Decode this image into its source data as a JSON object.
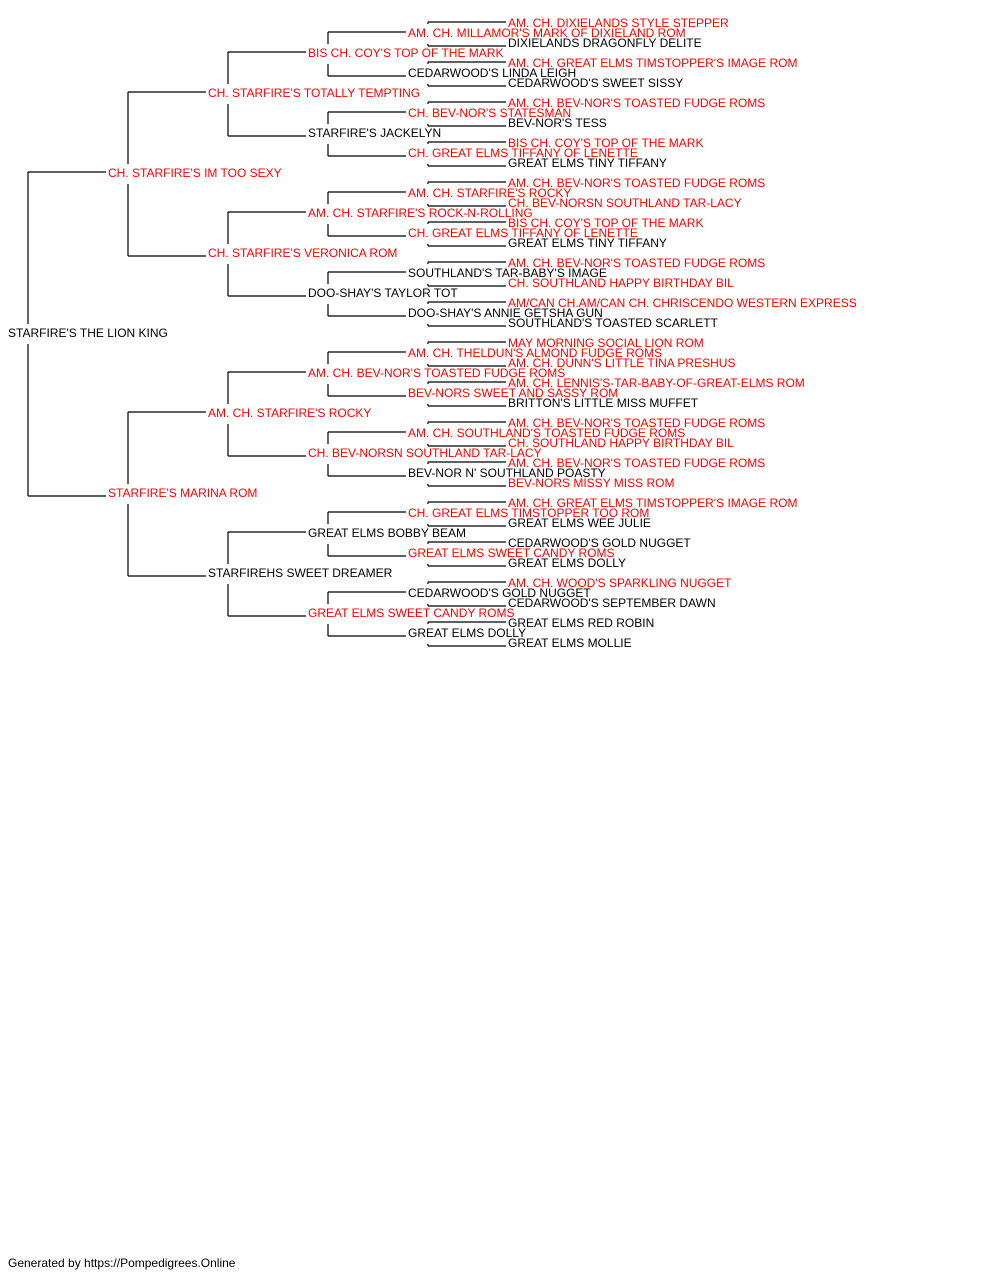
{
  "colors": {
    "titled": "#ff0000",
    "plain": "#000000",
    "line": "#000000"
  },
  "root": {
    "name": "STARFIRE'S THE LION KING",
    "titled": false
  },
  "generations": [
    [
      {
        "name": "CH. STARFIRE'S IM TOO SEXY",
        "titled": true
      },
      {
        "name": "STARFIRE'S MARINA ROM",
        "titled": true
      }
    ],
    [
      {
        "name": "CH. STARFIRE'S TOTALLY TEMPTING",
        "titled": true
      },
      {
        "name": "CH. STARFIRE'S VERONICA ROM",
        "titled": true
      },
      {
        "name": "AM. CH. STARFIRE'S ROCKY",
        "titled": true
      },
      {
        "name": "STARFIREHS SWEET DREAMER",
        "titled": false
      }
    ],
    [
      {
        "name": "BIS CH. COY'S TOP OF THE MARK",
        "titled": true
      },
      {
        "name": "STARFIRE'S JACKELYN",
        "titled": false
      },
      {
        "name": "AM. CH. STARFIRE'S ROCK-N-ROLLING",
        "titled": true
      },
      {
        "name": "DOO-SHAY'S TAYLOR TOT",
        "titled": false
      },
      {
        "name": "AM. CH. BEV-NOR'S TOASTED FUDGE ROMS",
        "titled": true
      },
      {
        "name": "CH. BEV-NORSN SOUTHLAND TAR-LACY",
        "titled": true
      },
      {
        "name": "GREAT ELMS BOBBY BEAM",
        "titled": false
      },
      {
        "name": "GREAT ELMS SWEET CANDY ROMS",
        "titled": true
      }
    ],
    [
      {
        "name": "AM. CH. MILLAMOR'S MARK OF DIXIELAND ROM",
        "titled": true
      },
      {
        "name": "CEDARWOOD'S LINDA LEIGH",
        "titled": false
      },
      {
        "name": "CH. BEV-NOR'S STATESMAN",
        "titled": true
      },
      {
        "name": "CH. GREAT ELMS TIFFANY OF LENETTE",
        "titled": true
      },
      {
        "name": "AM. CH. STARFIRE'S ROCKY",
        "titled": true
      },
      {
        "name": "CH. GREAT ELMS TIFFANY OF LENETTE",
        "titled": true
      },
      {
        "name": "SOUTHLAND'S TAR-BABY'S IMAGE",
        "titled": false
      },
      {
        "name": "DOO-SHAY'S ANNIE GETSHA GUN",
        "titled": false
      },
      {
        "name": "AM. CH. THELDUN'S ALMOND FUDGE ROMS",
        "titled": true
      },
      {
        "name": "BEV-NORS SWEET AND SASSY ROM",
        "titled": true
      },
      {
        "name": "AM. CH. SOUTHLAND'S TOASTED FUDGE ROMS",
        "titled": true
      },
      {
        "name": "BEV-NOR N' SOUTHLAND POASTY",
        "titled": false
      },
      {
        "name": "CH. GREAT ELMS TIMSTOPPER TOO ROM",
        "titled": true
      },
      {
        "name": "GREAT ELMS SWEET CANDY ROMS",
        "titled": true
      },
      {
        "name": "CEDARWOOD'S GOLD NUGGET",
        "titled": false
      },
      {
        "name": "GREAT ELMS DOLLY",
        "titled": false
      }
    ],
    [
      {
        "name": "AM. CH. DIXIELANDS STYLE STEPPER",
        "titled": true
      },
      {
        "name": "DIXIELANDS DRAGONFLY DELITE",
        "titled": false
      },
      {
        "name": "AM. CH. GREAT ELMS TIMSTOPPER'S IMAGE ROM",
        "titled": true
      },
      {
        "name": "CEDARWOOD'S SWEET SISSY",
        "titled": false
      },
      {
        "name": "AM. CH. BEV-NOR'S TOASTED FUDGE ROMS",
        "titled": true
      },
      {
        "name": "BEV-NOR'S TESS",
        "titled": false
      },
      {
        "name": "BIS CH. COY'S TOP OF THE MARK",
        "titled": true
      },
      {
        "name": "GREAT ELMS TINY TIFFANY",
        "titled": false
      },
      {
        "name": "AM. CH. BEV-NOR'S TOASTED FUDGE ROMS",
        "titled": true
      },
      {
        "name": "CH. BEV-NORSN SOUTHLAND TAR-LACY",
        "titled": true
      },
      {
        "name": "BIS CH. COY'S TOP OF THE MARK",
        "titled": true
      },
      {
        "name": "GREAT ELMS TINY TIFFANY",
        "titled": false
      },
      {
        "name": "AM. CH. BEV-NOR'S TOASTED FUDGE ROMS",
        "titled": true
      },
      {
        "name": "CH. SOUTHLAND HAPPY BIRTHDAY BIL",
        "titled": true
      },
      {
        "name": "AM/CAN CH.AM/CAN CH. CHRISCENDO WESTERN EXPRESS",
        "titled": true
      },
      {
        "name": "SOUTHLAND'S TOASTED SCARLETT",
        "titled": false
      },
      {
        "name": "MAY MORNING SOCIAL LION ROM",
        "titled": true
      },
      {
        "name": "AM. CH. DUNN'S LITTLE TINA PRESHUS",
        "titled": true
      },
      {
        "name": "AM. CH. LENNIS'S-TAR-BABY-OF-GREAT-ELMS ROM",
        "titled": true
      },
      {
        "name": "BRITTON'S LITTLE MISS MUFFET",
        "titled": false
      },
      {
        "name": "AM. CH. BEV-NOR'S TOASTED FUDGE ROMS",
        "titled": true
      },
      {
        "name": "CH. SOUTHLAND HAPPY BIRTHDAY BIL",
        "titled": true
      },
      {
        "name": "AM. CH. BEV-NOR'S TOASTED FUDGE ROMS",
        "titled": true
      },
      {
        "name": "BEV-NORS MISSY MISS ROM",
        "titled": true
      },
      {
        "name": "AM. CH. GREAT ELMS TIMSTOPPER'S IMAGE ROM",
        "titled": true
      },
      {
        "name": "GREAT ELMS WEE JULIE",
        "titled": false
      },
      {
        "name": "CEDARWOOD'S GOLD NUGGET",
        "titled": false
      },
      {
        "name": "GREAT ELMS DOLLY",
        "titled": false
      },
      {
        "name": "AM. CH. WOOD'S SPARKLING NUGGET",
        "titled": true
      },
      {
        "name": "CEDARWOOD'S SEPTEMBER DAWN",
        "titled": false
      },
      {
        "name": "GREAT ELMS RED ROBIN",
        "titled": false
      },
      {
        "name": "GREAT ELMS MOLLIE",
        "titled": false
      }
    ]
  ],
  "footer": "Generated by https://Pompedigrees.Online"
}
